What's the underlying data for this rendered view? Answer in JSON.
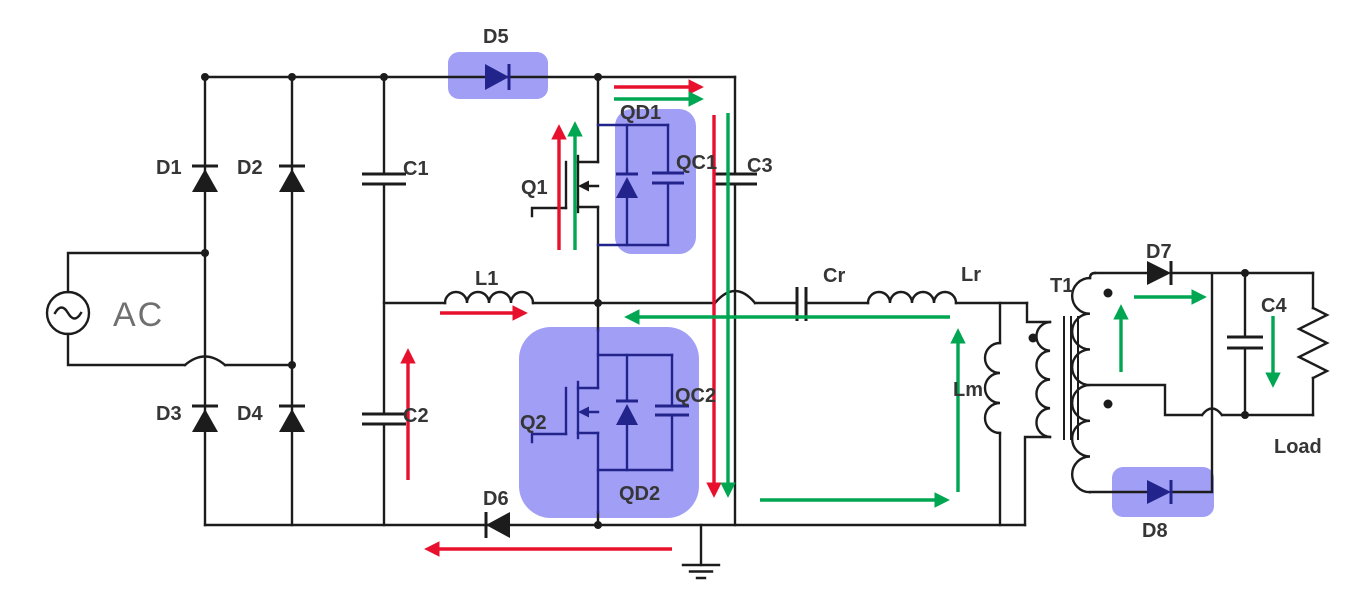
{
  "labels": {
    "ac": "AC",
    "d1": "D1",
    "d2": "D2",
    "d3": "D3",
    "d4": "D4",
    "c1": "C1",
    "c2": "C2",
    "l1": "L1",
    "d5": "D5",
    "d6": "D6",
    "q1": "Q1",
    "qd1": "QD1",
    "qc1": "QC1",
    "q2": "Q2",
    "qd2": "QD2",
    "qc2": "QC2",
    "c3": "C3",
    "cr": "Cr",
    "lr": "Lr",
    "t1": "T1",
    "lm": "Lm",
    "d7": "D7",
    "d8": "D8",
    "c4": "C4",
    "load": "Load"
  },
  "colors": {
    "wire": "#1c1c1c",
    "highlight_box": "#8b89f3",
    "highlighted_component": "#23238c",
    "flow_arrow_red": "#e8112d",
    "flow_arrow_green": "#00a651",
    "label_text": "#363636",
    "ac_label_text": "#707070"
  },
  "highlighted_components": [
    "D5",
    "QD1 + QC1 (Q1 body diode and capacitor)",
    "Q2 with QD2 + QC2",
    "D8"
  ],
  "flow_arrows": {
    "red_path": "up through C2, right through L1, up past Q1, right along top rail, down beside C3, left along bottom rail past D6",
    "green_path_primary": "up past Q1, right along top rail, down beside C3, right along bottom, up into transformer, left back through Lr/Cr toward switch node",
    "green_path_secondary": "up through secondary winding, right through D7, down through C4 to Load"
  }
}
